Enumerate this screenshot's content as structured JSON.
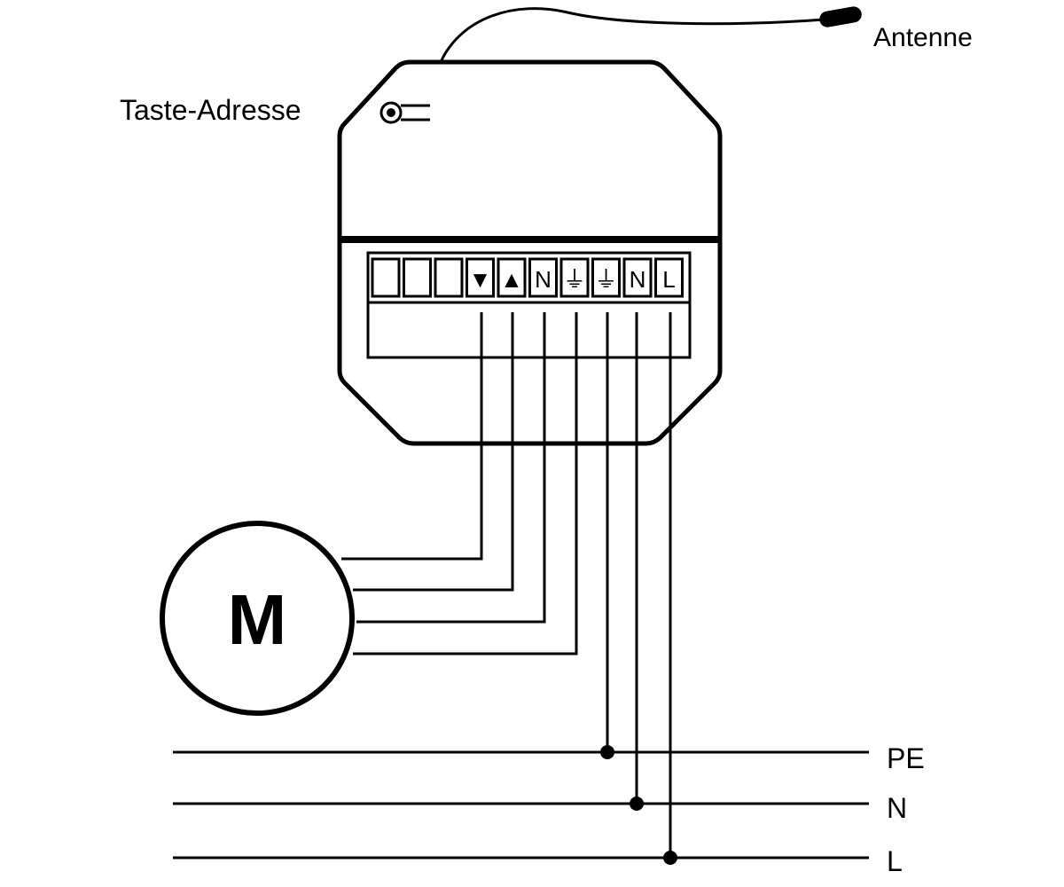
{
  "labels": {
    "antenna": "Antenne",
    "address_button": "Taste-Adresse",
    "motor": "M",
    "line_pe": "PE",
    "line_n": "N",
    "line_l": "L"
  },
  "terminals": [
    "",
    "",
    "",
    "▼",
    "▲",
    "N",
    "⏚",
    "⏚",
    "N",
    "L"
  ],
  "colors": {
    "stroke": "#000000",
    "background": "#ffffff"
  }
}
